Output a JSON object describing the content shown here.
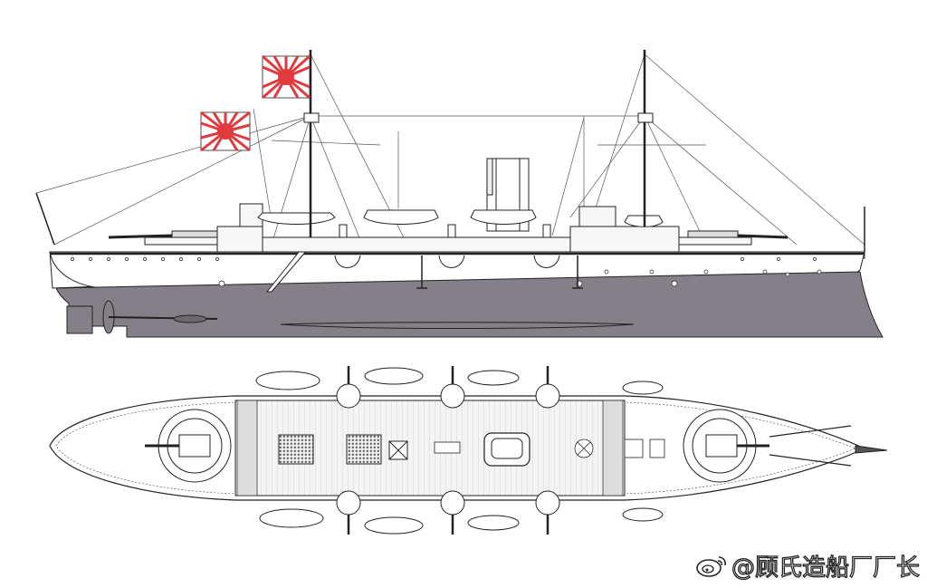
{
  "watermark": {
    "text": "@顾氏造船厂厂长",
    "logo_icon": "weibo-logo-icon"
  },
  "drawing": {
    "views": [
      "side-profile",
      "deck-plan"
    ],
    "colors": {
      "line": "#222222",
      "hull_underwater": "#858087",
      "hull_upper": "#ffffff",
      "deck": "#f2f2f2",
      "flag_red": "#e03a3e"
    }
  }
}
